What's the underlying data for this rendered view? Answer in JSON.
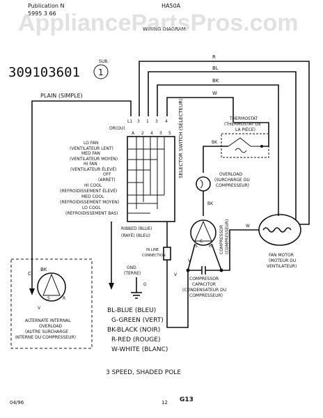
{
  "header": {
    "publication_label": "Publication N",
    "publication_number": "5995 3 66",
    "model": "HA50A",
    "sheet_title": "WIRING DIAGRAM",
    "watermark": "AppliancePartsPros.com"
  },
  "diagram": {
    "part_number": "309103601",
    "sub_label": "SUB.",
    "sub_number": "1",
    "plain_label": "PLAIN (SIMPLE)",
    "wire_labels": {
      "r": "R",
      "bl": "BL",
      "bk": "BK",
      "w": "W"
    },
    "terminals": [
      "L1",
      "3",
      "1",
      "3",
      "4"
    ],
    "terminal_letters": [
      "A",
      "2",
      "4",
      "3",
      "5"
    ],
    "or_label": "OR(OU)",
    "switch_positions": [
      {
        "line1": "LO FAN",
        "line2": "(VENTILATEUR LENT)"
      },
      {
        "line1": "MED FAN",
        "line2": "(VENTILATEUR MOYEN)"
      },
      {
        "line1": "HI FAN",
        "line2": "(VENTILATEUR ÉLEVÉ)"
      },
      {
        "line1": "OFF",
        "line2": "(ARRÊT)"
      },
      {
        "line1": "HI COOL",
        "line2": "(REFROIDISSEMENT ÉLEVÉ)"
      },
      {
        "line1": "MED COOL",
        "line2": "(REFROIDISSEMENT MOYEN)"
      },
      {
        "line1": "LO COOL",
        "line2": "(REFROIDISSEMENT BAS)"
      }
    ],
    "selector_switch": "SELECTOR SWITCH\n(SÉLECTEUR)",
    "thermostat": [
      "THERMOSTAT",
      "(THERMOSTAT DE",
      "LA PIÈCE)"
    ],
    "overload": [
      "OVERLOAD",
      "(SURCHARGE DU",
      "COMPRESSEUR)"
    ],
    "compressor": "COMPRESSOR",
    "compressor_fr": "(COMPRESSEUR)",
    "compressor_capacitor": [
      "COMPRESSOR",
      "CAPACITOR",
      "(CONDENSATEUR DU",
      "COMPRESSEUR)"
    ],
    "fan_motor": [
      "FAN MOTOR",
      "(MOTEUR DU",
      "VENTILATEUR)"
    ],
    "ribbed": "RIBBED  (BLUE)",
    "raye": "(RAYÉ)  (BLEU)",
    "in_line": [
      "IN LINE",
      "CONNECTION"
    ],
    "gnd": [
      "GND",
      "(TERRE)"
    ],
    "gnd_wire": "G",
    "alternate_overload": [
      "ALTERNATE INTERNAL",
      "OVERLOAD",
      "(AUTRE SURCHARGE",
      "INTERNE DU COMPRESSEUR)"
    ],
    "alt_terminals": [
      "BK",
      "C",
      "S",
      "V",
      "R"
    ],
    "compressor_terminals": [
      "C",
      "S",
      "R"
    ],
    "legend": [
      "BL-BLUE (BLEU)",
      "G-GREEN (VERT)",
      "BK-BLACK (NOIR)",
      "R-RED (ROUGE)",
      "W-WHITE (BLANC)"
    ],
    "caption": "3 SPEED, SHADED POLE",
    "small_v": "V"
  },
  "footer": {
    "date": "04/96",
    "page": "12",
    "code": "G13"
  }
}
